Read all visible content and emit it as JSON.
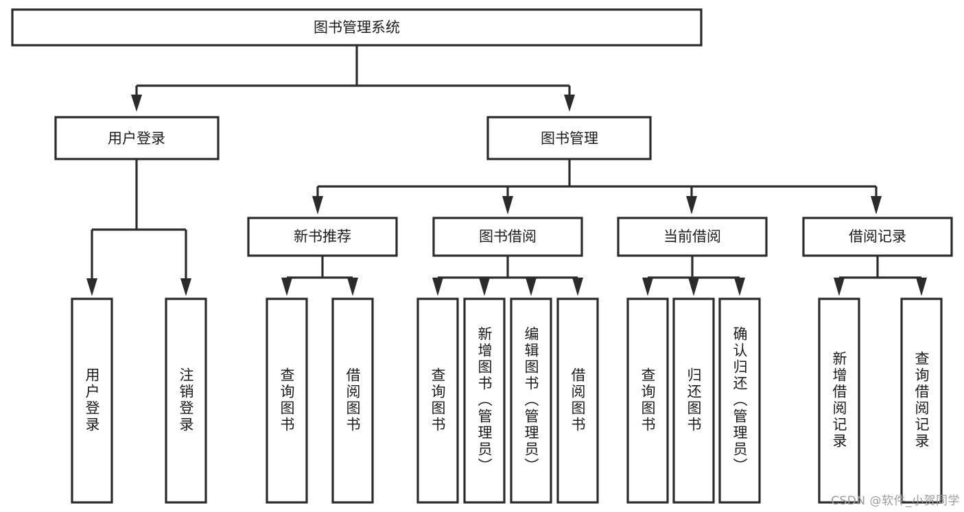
{
  "diagram": {
    "title": "图书管理系统",
    "type": "tree-hierarchy-chart",
    "orientation": "top-down",
    "root": {
      "label": "图书管理系统"
    },
    "level2": [
      {
        "label": "用户登录"
      },
      {
        "label": "图书管理"
      }
    ],
    "level3": [
      {
        "label": "新书推荐"
      },
      {
        "label": "图书借阅"
      },
      {
        "label": "当前借阅"
      },
      {
        "label": "借阅记录"
      }
    ],
    "leaves": {
      "user_login": [
        {
          "label": "用户登录"
        },
        {
          "label": "注销登录"
        }
      ],
      "new_book_recommend": [
        {
          "label": "查询图书"
        },
        {
          "label": "借阅图书"
        }
      ],
      "book_borrow": [
        {
          "label": "查询图书"
        },
        {
          "label": "新增图书（管理员）"
        },
        {
          "label": "编辑图书（管理员）"
        },
        {
          "label": "借阅图书"
        }
      ],
      "current_borrow": [
        {
          "label": "查询图书"
        },
        {
          "label": "归还图书"
        },
        {
          "label": "确认归还（管理员）"
        }
      ],
      "borrow_record": [
        {
          "label": "新增借阅记录"
        },
        {
          "label": "查询借阅记录"
        }
      ]
    }
  },
  "watermark": {
    "text": "CSDN @软件_小贺同学"
  },
  "colors": {
    "stroke": "#2b2b2b",
    "fill": "#ffffff",
    "text": "#1a1a1a",
    "watermark": "#9a9a9a"
  }
}
